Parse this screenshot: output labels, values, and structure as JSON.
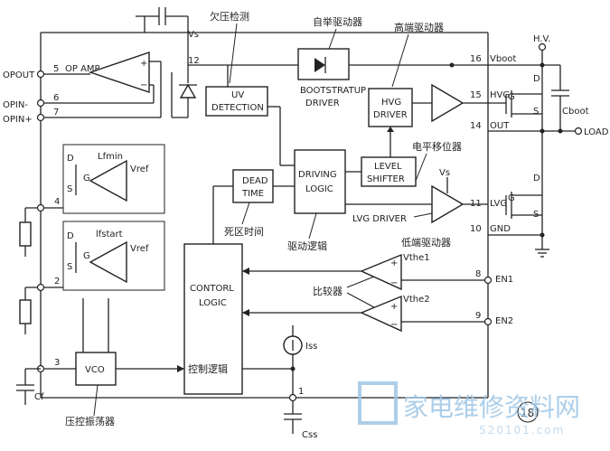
{
  "blocks": {
    "opamp_label": "OP AMP",
    "uv_detection": [
      "UV",
      "DETECTION"
    ],
    "bootstrap_driver": [
      "BOOTSTRATUP",
      "DRIVER"
    ],
    "hvg_driver": [
      "HVG",
      "DRIVER"
    ],
    "level_shifter": [
      "LEVEL",
      "SHIFTER"
    ],
    "dead_time": [
      "DEAD",
      "TIME"
    ],
    "driving_logic": [
      "DRIVING",
      "LOGIC"
    ],
    "control_logic": [
      "CONTORL",
      "LOGIC"
    ],
    "vco": "VCO",
    "lvg_driver": "LVG DRIVER",
    "lfmin": "Lfmin",
    "lfstart": "lfstart",
    "vref1": "Vref",
    "vref2": "Vref"
  },
  "pins": {
    "p1": "1",
    "p2": "2",
    "p3": "3",
    "p4": "4",
    "p5": "5",
    "p6": "6",
    "p7": "7",
    "p8": "8",
    "p9": "9",
    "p10": "10",
    "p11": "11",
    "p12": "12",
    "p14": "14",
    "p15": "15",
    "p16": "16"
  },
  "signals": {
    "vs_top": "Vs",
    "vs_low": "Vs",
    "hv": "H.V.",
    "opout": "OPOUT",
    "opin_minus": "OPIN-",
    "opin_plus": "OPIN+",
    "vboot": "Vboot",
    "hvg": "HVG",
    "out": "OUT",
    "load": "LOAD",
    "lvg": "LVG",
    "gnd": "GND",
    "en1": "EN1",
    "en2": "EN2",
    "vthe1": "Vthe1",
    "vthe2": "Vthe2",
    "iss": "Iss",
    "cboot": "Cboot",
    "cf": "Cf",
    "css": "Css",
    "d": "D",
    "g": "G",
    "s": "S",
    "plus": "+",
    "minus": "−"
  },
  "annotations": {
    "undervoltage": "欠压检测",
    "bootstrap": "自举驱动器",
    "high_side": "高端驱动器",
    "level_shift": "电平移位器",
    "low_side": "低端驱动器",
    "comparator": "比较器",
    "dead_zone": "死区时间",
    "drive_logic": "驱动逻辑",
    "control_logic": "控制逻辑",
    "vco": "压控振荡器"
  },
  "page_number": "18",
  "watermark": {
    "text": "家电维修资料网",
    "url": "520101.com"
  }
}
